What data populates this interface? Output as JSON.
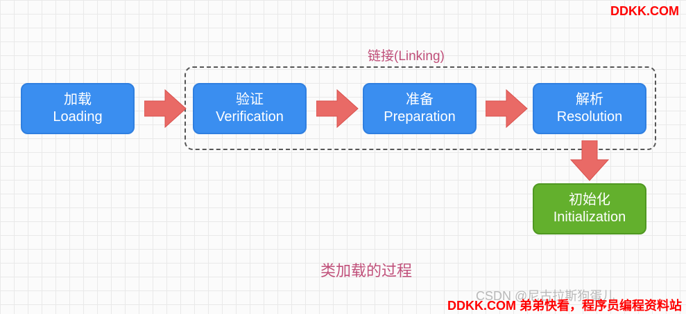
{
  "diagram": {
    "group_label": "链接(Linking)",
    "caption": "类加载的过程",
    "nodes": {
      "loading": {
        "zh": "加载",
        "en": "Loading"
      },
      "verification": {
        "zh": "验证",
        "en": "Verification"
      },
      "preparation": {
        "zh": "准备",
        "en": "Preparation"
      },
      "resolution": {
        "zh": "解析",
        "en": "Resolution"
      },
      "initialization": {
        "zh": "初始化",
        "en": "Initialization"
      }
    }
  },
  "watermarks": {
    "top": "DDKK.COM",
    "csdn": "CSDN @尼古拉斯狗蛋儿",
    "bottom": "DDKK.COM 弟弟快看，程序员编程资料站"
  },
  "colors": {
    "node_blue": "#3a8ef0",
    "node_green": "#63b02d",
    "arrow": "#e96a66",
    "accent_text": "#c0507a",
    "watermark": "#ff0000"
  }
}
